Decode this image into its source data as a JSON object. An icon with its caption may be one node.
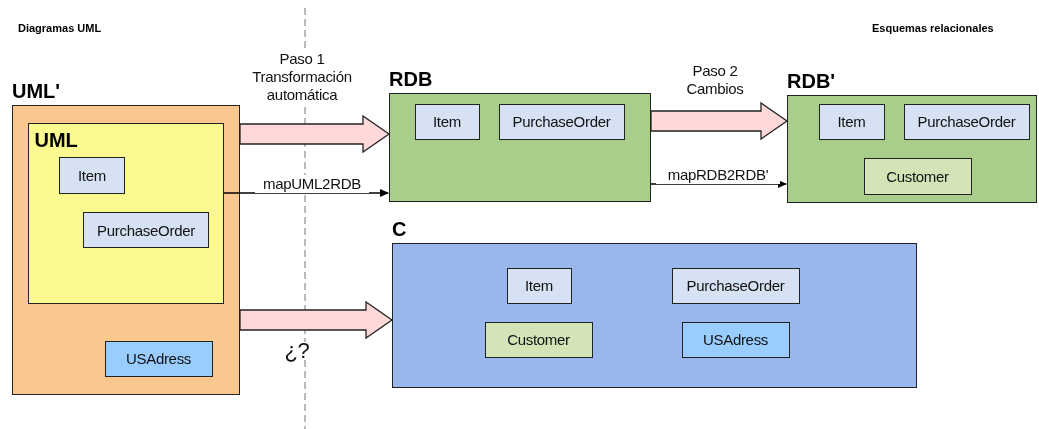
{
  "diagram": {
    "nodes": [
      {
        "text": [
          "UML'"
        ]
      },
      {
        "text": [
          "UML"
        ],
        "in": 0
      },
      {
        "text": [
          "Item"
        ],
        "in": 1
      },
      {
        "text": [
          "PurchaseOrder"
        ],
        "in": 1
      },
      {
        "text": [
          "USAdress"
        ],
        "in": 0
      },
      {
        "text": [
          "RDB"
        ]
      },
      {
        "text": [
          "Item"
        ],
        "in": 5
      },
      {
        "text": [
          "PurchaseOrder"
        ],
        "in": 5
      },
      {
        "text": [
          "RDB'"
        ]
      },
      {
        "text": [
          "Item"
        ],
        "in": 8
      },
      {
        "text": [
          "PurchaseOrder"
        ],
        "in": 8
      },
      {
        "text": [
          "Customer"
        ],
        "in": 8
      },
      {
        "text": [
          "C"
        ]
      },
      {
        "text": [
          "Item"
        ],
        "in": 12
      },
      {
        "text": [
          "PurchaseOrder"
        ],
        "in": 12
      },
      {
        "text": [
          "Customer"
        ],
        "in": 12
      },
      {
        "text": [
          "USAdress"
        ],
        "in": 12
      }
    ],
    "edges": [
      {
        "from": 0,
        "to": 5,
        "arrow": "to",
        "label": "Paso 1 Transformación automática",
        "style": "thick",
        "color": "#ffd9d9"
      },
      {
        "from": 1,
        "to": 5,
        "arrow": "to",
        "label": "mapUML2RDB"
      },
      {
        "from": 5,
        "to": 8,
        "arrow": "to",
        "label": "Paso 2 Cambios",
        "style": "thick",
        "color": "#ffd9d9"
      },
      {
        "from": 5,
        "to": 8,
        "arrow": "to",
        "label": "mapRDB2RDB'"
      },
      {
        "from": 0,
        "to": 12,
        "arrow": "to",
        "label": "¿?",
        "style": "thick",
        "color": "#ffd9d9"
      }
    ],
    "labels": [
      "Diagramas UML",
      "Esquemas relacionales"
    ]
  }
}
